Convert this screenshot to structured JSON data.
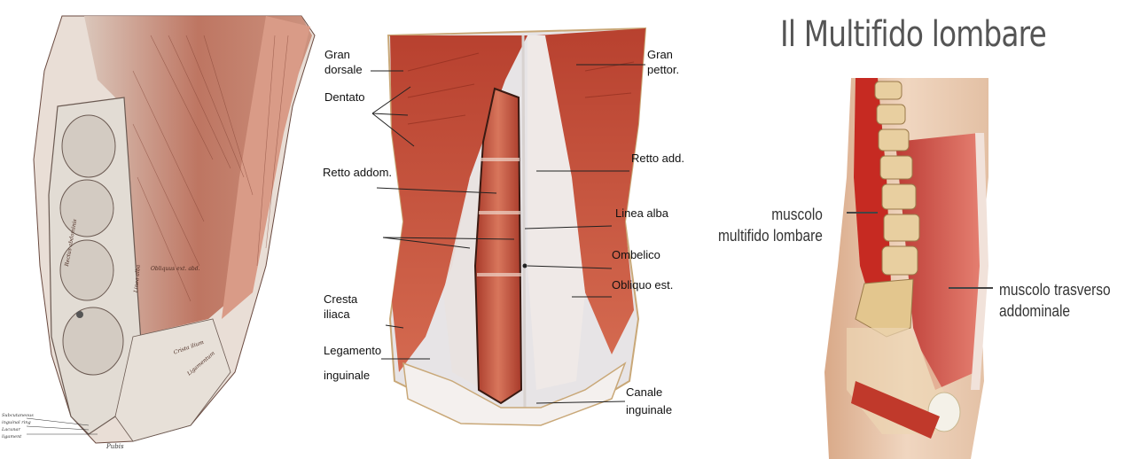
{
  "left_panel": {
    "side_labels": [
      "Rectus abdominis",
      "Linea alba",
      "Obliquus ext. abd.",
      "Crista ilium",
      "Ligamentum"
    ],
    "bottom_labels": [
      "Subcutaneous",
      "inguinal ring",
      "Lacunar",
      "ligament",
      "Pubis"
    ]
  },
  "middle_panel": {
    "labels": {
      "gran_dorsale": "Gran\ndorsale",
      "dentato": "Dentato",
      "retto_addom": "Retto addom.",
      "cresta_iliaca": "Cresta\niliaca",
      "legamento_inguinale": "Legamento\ninguinale",
      "gran_pettor": "Gran\npettor.",
      "retto_add": "Retto add.",
      "linea_alba": "Linea alba",
      "ombelico": "Ombelico",
      "obliquo_est": "Obliquo est.",
      "canale_inguinale": "Canale\ninguinale"
    }
  },
  "right_panel": {
    "title": "Il Multifido lombare",
    "label_multifido": "muscolo\nmultifido lombare",
    "label_trasverso": "muscolo trasverso\naddominale"
  },
  "colors": {
    "muscle": "#c8523d",
    "muscle_light": "#e4a08a",
    "tendon": "#ddd6cc",
    "bone": "#e8cfa0",
    "skin": "#e7c6a8",
    "title_grey": "#555555"
  }
}
